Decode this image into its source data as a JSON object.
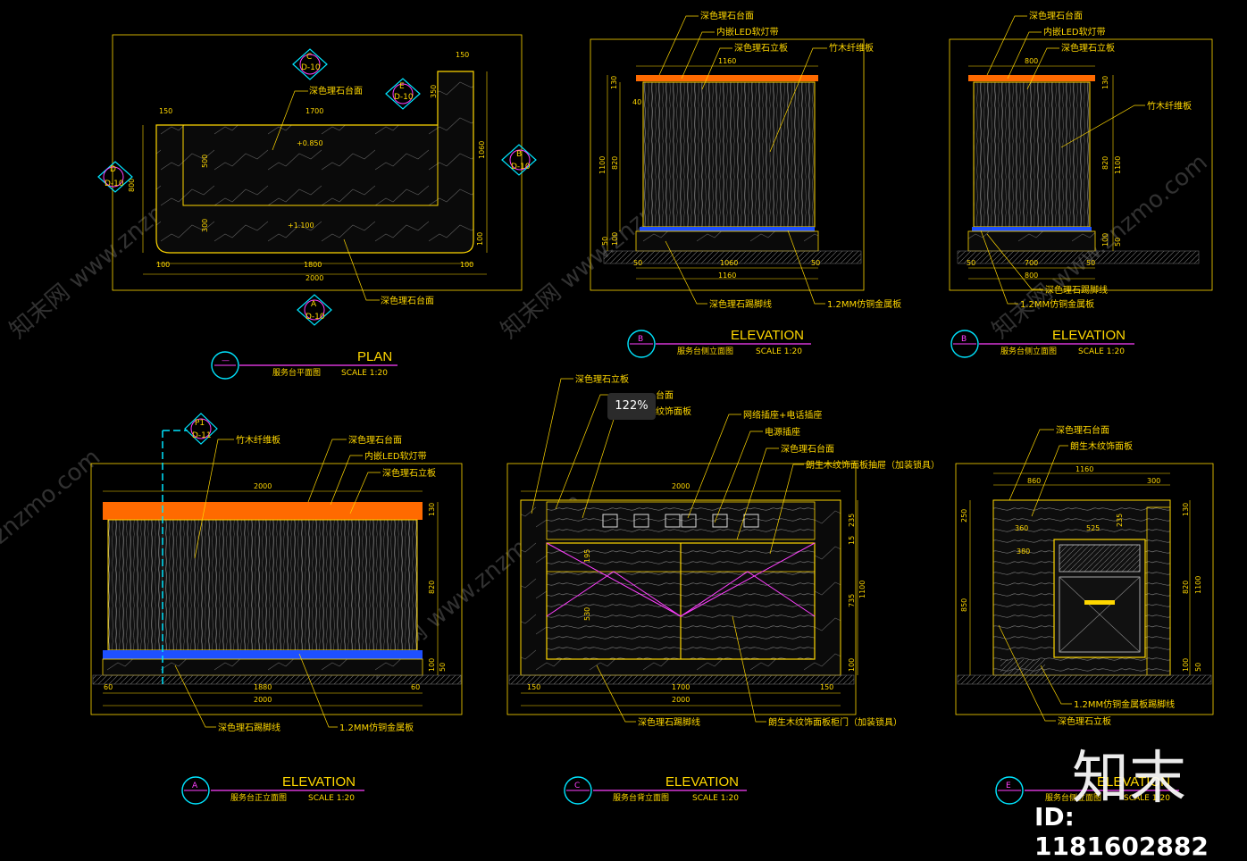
{
  "colors": {
    "frame": "#ffd700",
    "leader": "#ffd700",
    "accent": "#ff40ff",
    "cyan": "#00e5ff",
    "orange": "#ff6a00",
    "blue": "#1e50ff",
    "white": "#ffffff"
  },
  "overlay": {
    "zoom": "122%",
    "brand": "知末",
    "image_id": "ID: 1181602882"
  },
  "watermarks": [
    "知末网 www.znzmo.com",
    "知末网 www.znzmo.com",
    "知末网 www.znzmo.com",
    "知末网 www.znzmo.com",
    "znzmo.com"
  ],
  "plan": {
    "title": "PLAN",
    "subtitle": "服务台平面图",
    "scale": "SCALE 1:20",
    "tag": "—",
    "labels": [
      "深色理石台面",
      "深色理石台面"
    ],
    "levels": [
      "+0.850",
      "+1.100"
    ],
    "dims": [
      "150",
      "1700",
      "150",
      "500",
      "300",
      "350",
      "1060",
      "800",
      "100",
      "100",
      "1800",
      "100",
      "2000"
    ],
    "markers": [
      {
        "letter": "C",
        "code": "D-10"
      },
      {
        "letter": "E",
        "code": "D-10"
      },
      {
        "letter": "D",
        "code": "D-10"
      },
      {
        "letter": "B",
        "code": "D-10"
      },
      {
        "letter": "A",
        "code": "D-10"
      }
    ]
  },
  "elev_b1": {
    "title": "ELEVATION",
    "subtitle": "服务台侧立面图",
    "scale": "SCALE 1:20",
    "tag": "B",
    "labels": [
      "深色理石台面",
      "内嵌LED软灯带",
      "深色理石立板",
      "竹木纤维板",
      "深色理石踢脚线",
      "1.2MM仿铜金属板"
    ],
    "dims": [
      "1160",
      "130",
      "40",
      "1100",
      "820",
      "100",
      "50",
      "50",
      "1060",
      "50",
      "1160"
    ]
  },
  "elev_b2": {
    "title": "ELEVATION",
    "subtitle": "服务台侧立面图",
    "scale": "SCALE 1:20",
    "tag": "B",
    "labels": [
      "深色理石台面",
      "内嵌LED软灯带",
      "深色理石立板",
      "竹木纤维板",
      "深色理石踢脚线",
      "1.2MM仿铜金属板"
    ],
    "dims": [
      "800",
      "130",
      "820",
      "1100",
      "100",
      "50",
      "50",
      "700",
      "50",
      "800"
    ]
  },
  "elev_a": {
    "title": "ELEVATION",
    "subtitle": "服务台正立面图",
    "scale": "SCALE 1:20",
    "tag": "A",
    "labels": [
      "竹木纤维板",
      "深色理石台面",
      "内嵌LED软灯带",
      "深色理石立板",
      "深色理石踢脚线",
      "1.2MM仿铜金属板"
    ],
    "marker": {
      "letter": "P1",
      "code": "D-11"
    },
    "dims": [
      "2000",
      "130",
      "820",
      "100",
      "50",
      "60",
      "1880",
      "60",
      "2000"
    ]
  },
  "elev_c": {
    "title": "ELEVATION",
    "subtitle": "服务台背立面图",
    "scale": "SCALE 1:20",
    "tag": "C",
    "labels": [
      "深色理石立板",
      "台面",
      "纹饰面板",
      "网络插座+电话插座",
      "电源插座",
      "深色理石台面",
      "朗生木纹饰面板抽屉（加装锁具）",
      "深色理石踢脚线",
      "朗生木纹饰面板柜门（加装锁具）"
    ],
    "dims": [
      "2000",
      "235",
      "15",
      "735",
      "1100",
      "100",
      "150",
      "1700",
      "150",
      "2000",
      "195",
      "530"
    ]
  },
  "elev_e": {
    "title": "ELEVATION",
    "subtitle": "服务台侧立面图",
    "scale": "SCALE 1:20",
    "tag": "E",
    "labels": [
      "深色理石台面",
      "朗生木纹饰面板",
      "1.2MM仿铜金属板踢脚线",
      "深色理石立板"
    ],
    "dims": [
      "1160",
      "860",
      "300",
      "250",
      "850",
      "130",
      "820",
      "1100",
      "100",
      "50",
      "360",
      "525",
      "380",
      "235"
    ]
  }
}
